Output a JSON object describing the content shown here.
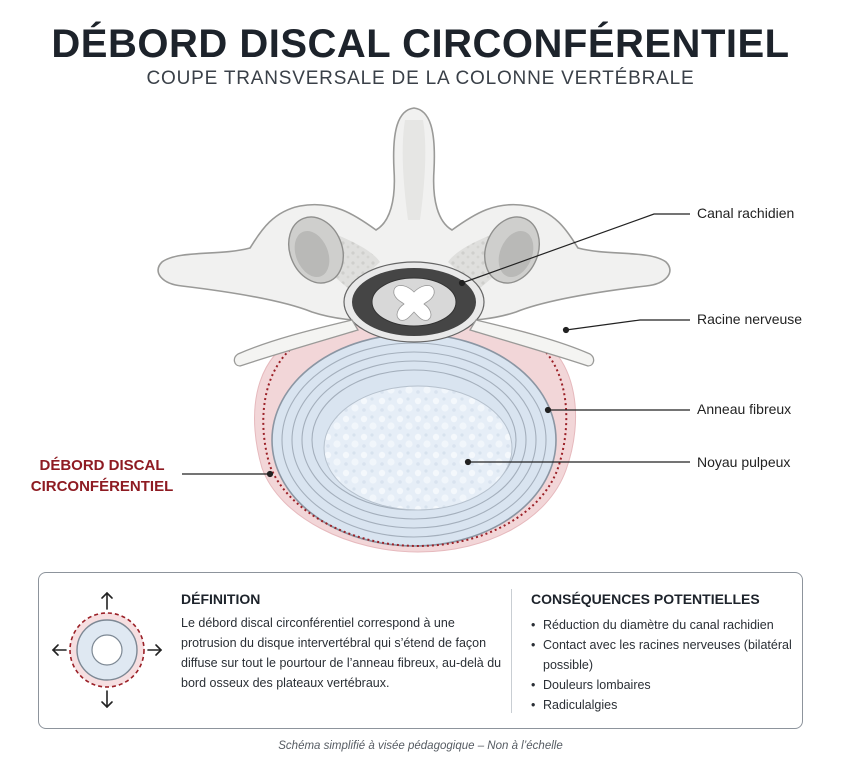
{
  "header": {
    "title": "DÉBORD DISCAL CIRCONFÉRENTIEL",
    "subtitle": "COUPE TRANSVERSALE DE LA COLONNE VERTÉBRALE"
  },
  "labels": {
    "spinal_canal": "Canal rachidien",
    "nerve_root": "Racine nerveuse",
    "annulus": "Anneau fibreux",
    "nucleus": "Noyau pulpeux",
    "bulge_line1": "DÉBORD DISCAL",
    "bulge_line2": "CIRCONFÉRENTIEL"
  },
  "definition": {
    "title": "DÉFINITION",
    "text": "Le débord discal circonférentiel correspond à une protrusion du disque intervertébral qui s’étend de façon diffuse sur tout le pourtour de l’anneau fibreux, au-delà du bord osseux des plateaux vertébraux."
  },
  "consequences": {
    "title": "CONSÉQUENCES POTENTIELLES",
    "items": [
      "Réduction du diamètre du canal rachidien",
      "Contact avec les racines nerveuses (bilatéral possible)",
      "Douleurs lombaires",
      "Radiculalgies"
    ]
  },
  "footnote": "Schéma simplifié à visée pédagogique – Non à l’échelle",
  "colors": {
    "bulge": "#8e1b22",
    "bulge_fill": "#f2d6d8",
    "disc_fill": "#dfe8f2",
    "bone": "#f1f1f0",
    "bone_stroke": "#9a9a98",
    "canal_dark": "#444444"
  }
}
